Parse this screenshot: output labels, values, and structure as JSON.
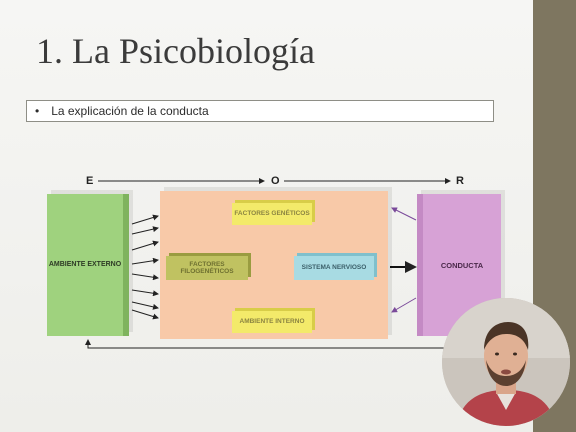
{
  "slide": {
    "title": "1. La Psicobiología",
    "bullet": "La explicación de la conducta"
  },
  "diagram": {
    "letters": {
      "e": "E",
      "o": "O",
      "r": "R"
    },
    "ambiente_externo": "AMBIENTE EXTERNO",
    "factores_geneticos": "FACTORES GENÉTICOS",
    "factores_filogeneticos": "FACTORES FILOGENÉTICOS",
    "sistema_nervioso": "SISTEMA NERVIOSO",
    "ambiente_interno": "AMBIENTE INTERNO",
    "conducta": "CONDUCTA",
    "colors": {
      "ambiente": "#9fd27e",
      "organismo": "#f8c9a8",
      "conducta": "#d7a2d6",
      "yellow": "#f3ea6a",
      "olive": "#c0c261",
      "blue": "#a8dbe3"
    }
  },
  "video": {
    "icon": "presenter-video"
  }
}
